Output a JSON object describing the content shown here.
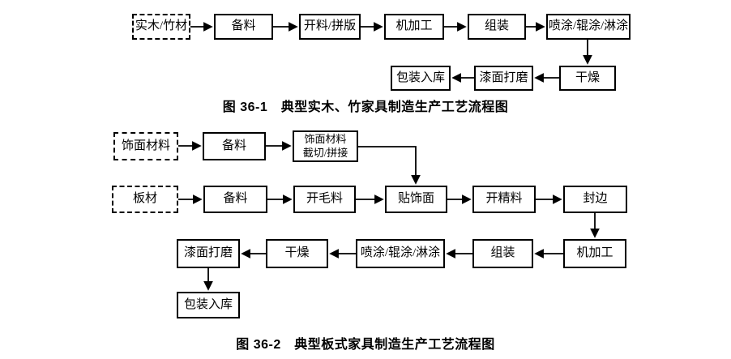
{
  "figure1": {
    "caption": "图 36-1　典型实木、竹家具制造生产工艺流程图",
    "nodes": {
      "raw_material": "实木/竹材",
      "prepare": "备料",
      "cutting": "开料/拼版",
      "machining": "机加工",
      "assembly": "组装",
      "coating": "喷涂/辊涂/淋涂",
      "drying": "干燥",
      "sanding": "漆面打磨",
      "packing": "包装入库"
    }
  },
  "figure2": {
    "caption": "图 36-2　典型板式家具制造生产工艺流程图",
    "nodes": {
      "veneer_material": "饰面材料",
      "veneer_prepare": "备料",
      "veneer_cut_line1": "饰面材料",
      "veneer_cut_line2": "截切/拼接",
      "panel_material": "板材",
      "panel_prepare": "备料",
      "rough_cutting": "开毛料",
      "veneering": "贴饰面",
      "fine_cutting": "开精料",
      "edge_banding": "封边",
      "machining": "机加工",
      "assembly": "组装",
      "coating": "喷涂/辊涂/淋涂",
      "drying": "干燥",
      "sanding": "漆面打磨",
      "packing": "包装入库"
    }
  },
  "colors": {
    "line": "#000000",
    "background": "#ffffff",
    "text": "#000000"
  }
}
